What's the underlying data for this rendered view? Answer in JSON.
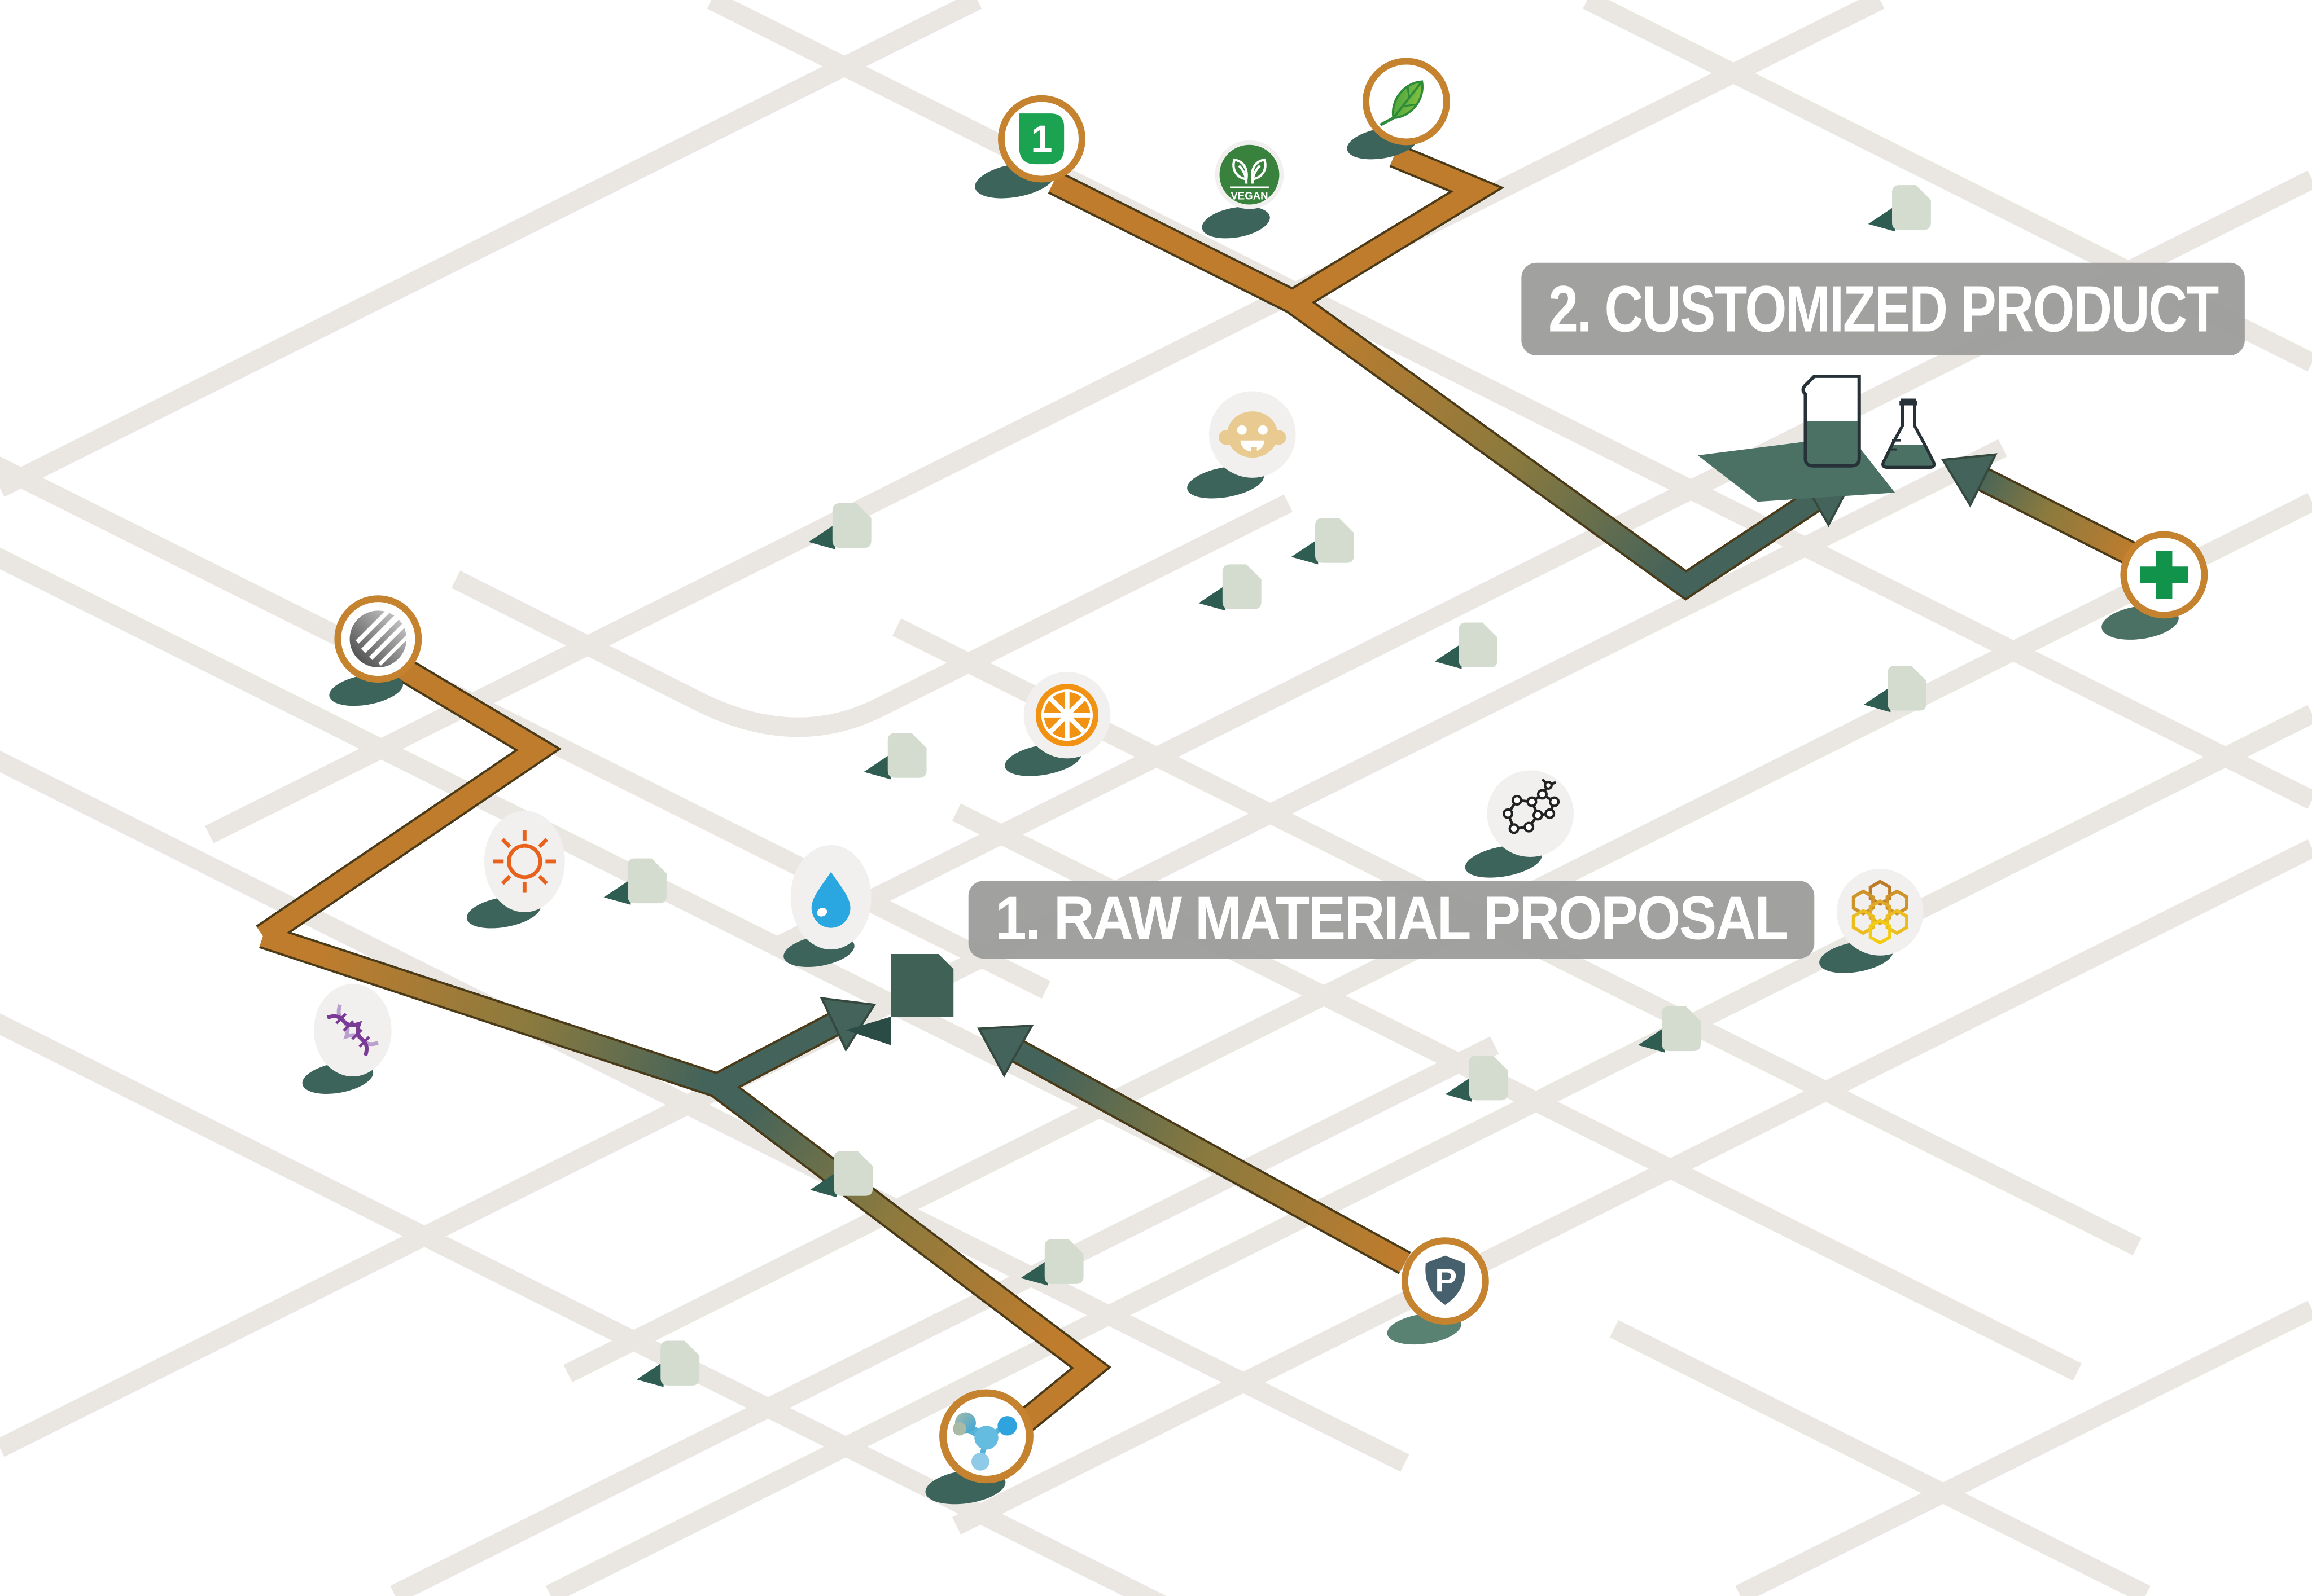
{
  "labels": {
    "stage1": "1. RAW MATERIAL PROPOSAL",
    "stage2": "2. CUSTOMIZED PRODUCT"
  },
  "badges": {
    "one": "1",
    "vegan": "VEGAN",
    "parking": "P"
  },
  "icons": [
    "one-badge-icon",
    "vegan-badge-icon",
    "leaf-icon",
    "baby-face-icon",
    "beaker-icon",
    "flask-icon",
    "pharmacy-cross-icon",
    "fiber-ball-icon",
    "orange-slice-icon",
    "sun-icon",
    "water-drop-icon",
    "molecular-structure-icon",
    "honeycomb-icon",
    "dna-icon",
    "parking-shield-icon",
    "molecule-icon",
    "waypoint-cube-icon"
  ],
  "colors": {
    "path_orange": "#C07C2D",
    "path_teal": "#44635A",
    "road_gray": "#EAE7E3",
    "label_bg": "#9C9C9B",
    "cube_green": "#D3DCCF",
    "shadow_teal": "#3C645B",
    "ring_orange": "#C5832F",
    "pharmacy_green": "#12934B",
    "drop_blue": "#2AA7E0",
    "sun_orange": "#E8611D",
    "slice_orange": "#F29213"
  }
}
